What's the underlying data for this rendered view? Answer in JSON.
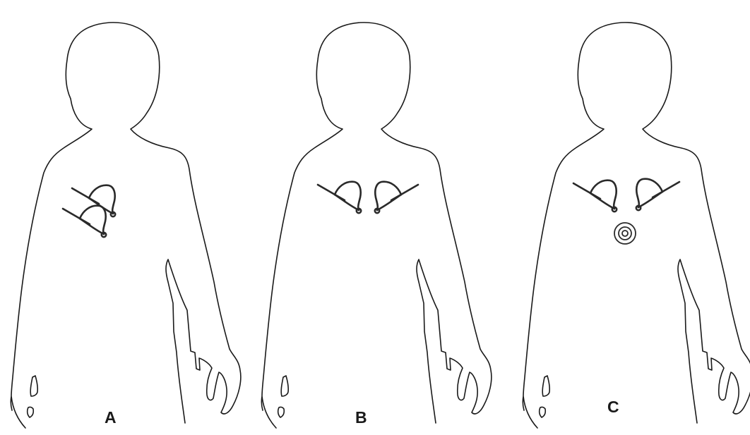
{
  "panels": [
    {
      "id": "A",
      "label": "A",
      "clip_placement": "stacked-right-chest",
      "target_marker": false
    },
    {
      "id": "B",
      "label": "B",
      "clip_placement": "symmetric-upper-chest",
      "target_marker": false
    },
    {
      "id": "C",
      "label": "C",
      "clip_placement": "symmetric-upper-chest",
      "target_marker": true
    }
  ],
  "colors": {
    "line": "#1a1a1a",
    "background": "#ffffff"
  }
}
